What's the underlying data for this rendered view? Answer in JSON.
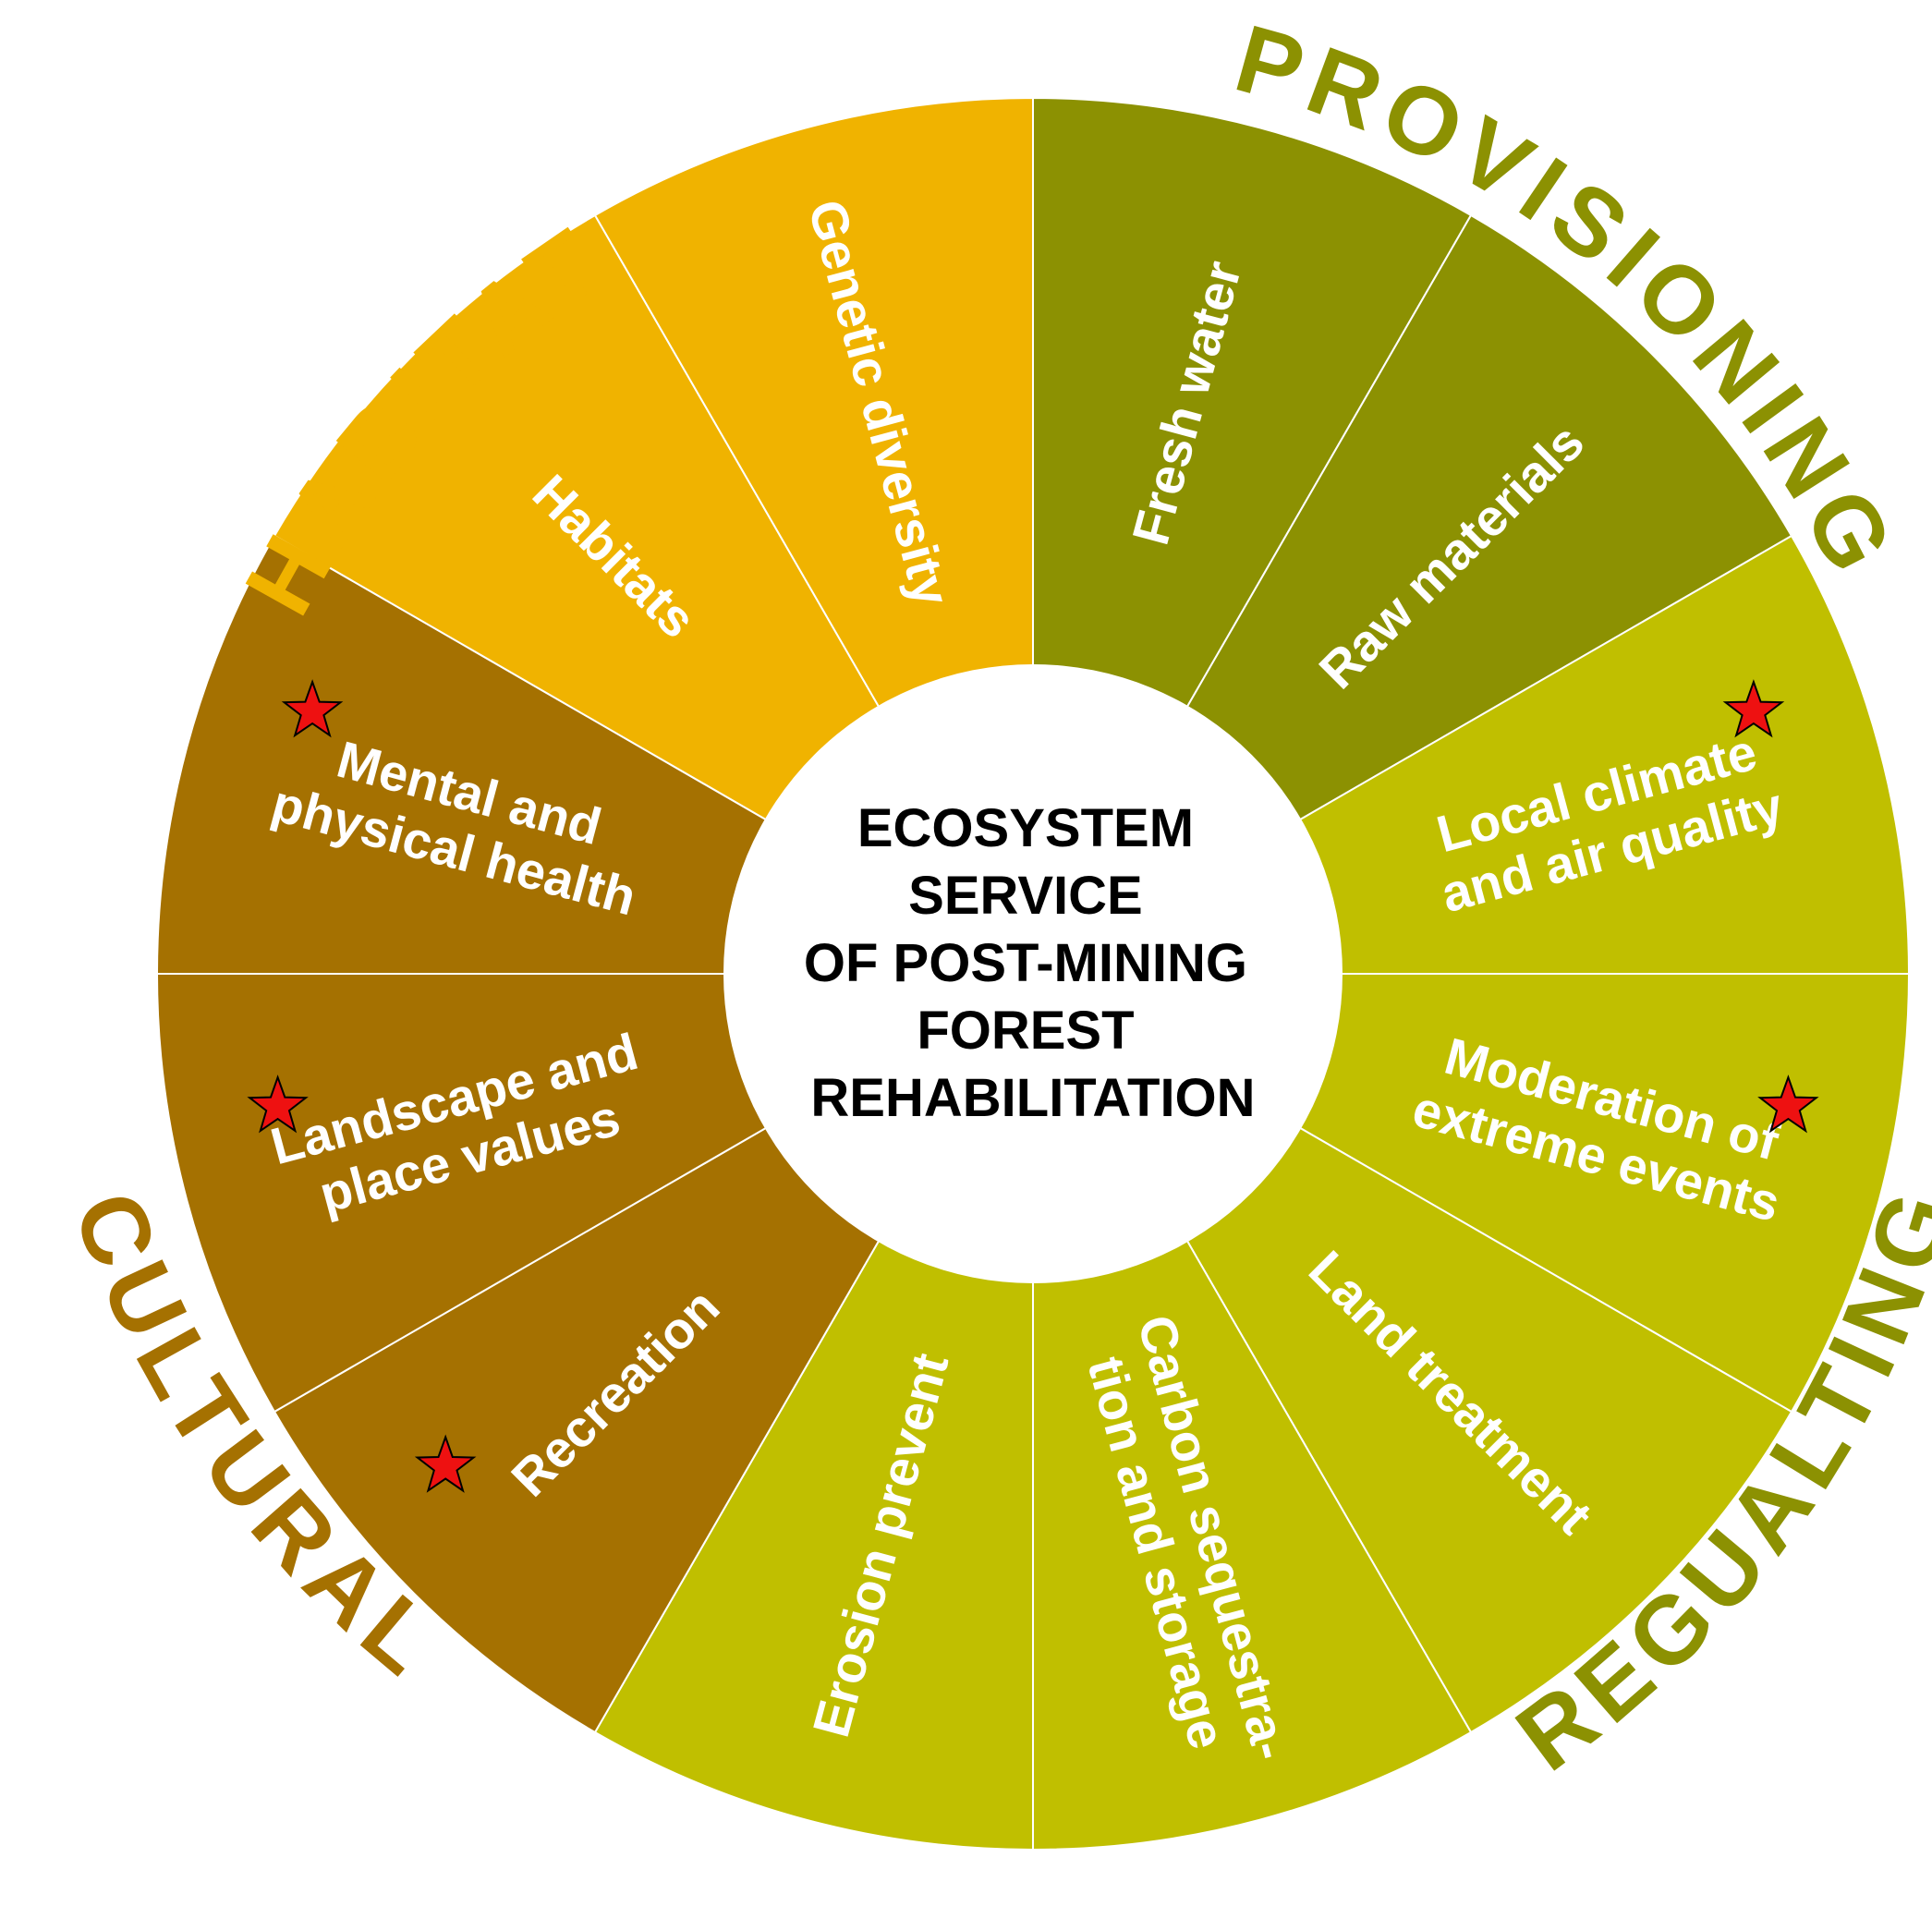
{
  "colors": {
    "provisioning": "#8c9102",
    "regulating": "#c0bf00",
    "cultural": "#a57101",
    "habitat": "#f0b300",
    "star": "#ee1111",
    "divider": "#ffffff",
    "center": "#ffffff"
  },
  "center_title": [
    "ECOSYSTEM",
    "SERVICE",
    "OF POST-MINING",
    "FOREST",
    "REHABILITATION"
  ],
  "categories": {
    "habitat": "HABITAT",
    "provisioning": "PROVISIONING",
    "regulating": "REGUALTING",
    "cultural": "CULTURAL"
  },
  "segments": [
    {
      "id": "fresh-water",
      "category": "provisioning",
      "lines": [
        "Fresh water"
      ],
      "starred": false
    },
    {
      "id": "raw-materials",
      "category": "provisioning",
      "lines": [
        "Raw materials"
      ],
      "starred": false
    },
    {
      "id": "local-climate",
      "category": "regulating",
      "lines": [
        "Local climate",
        "and air quality"
      ],
      "starred": true
    },
    {
      "id": "moderation-extreme-events",
      "category": "regulating",
      "lines": [
        "Moderation of",
        "extreme events"
      ],
      "starred": true
    },
    {
      "id": "land-treatment",
      "category": "regulating",
      "lines": [
        "Land treatment"
      ],
      "starred": false
    },
    {
      "id": "carbon-sequestration",
      "category": "regulating",
      "lines": [
        "Carbon sequestra-",
        "tion and storage"
      ],
      "starred": false
    },
    {
      "id": "erosion-prevent",
      "category": "regulating",
      "lines": [
        "Erosion prevent"
      ],
      "starred": false
    },
    {
      "id": "recreation",
      "category": "cultural",
      "lines": [
        "Recreation"
      ],
      "starred": true
    },
    {
      "id": "landscape-place-values",
      "category": "cultural",
      "lines": [
        "Landscape and",
        "place values"
      ],
      "starred": true
    },
    {
      "id": "mental-physical-health",
      "category": "cultural",
      "lines": [
        "Mental and",
        "physical health"
      ],
      "starred": true
    },
    {
      "id": "habitats",
      "category": "habitat",
      "lines": [
        "Habitats"
      ],
      "starred": false
    },
    {
      "id": "genetic-diversity",
      "category": "habitat",
      "lines": [
        "Genetic diversity"
      ],
      "starred": false
    }
  ]
}
